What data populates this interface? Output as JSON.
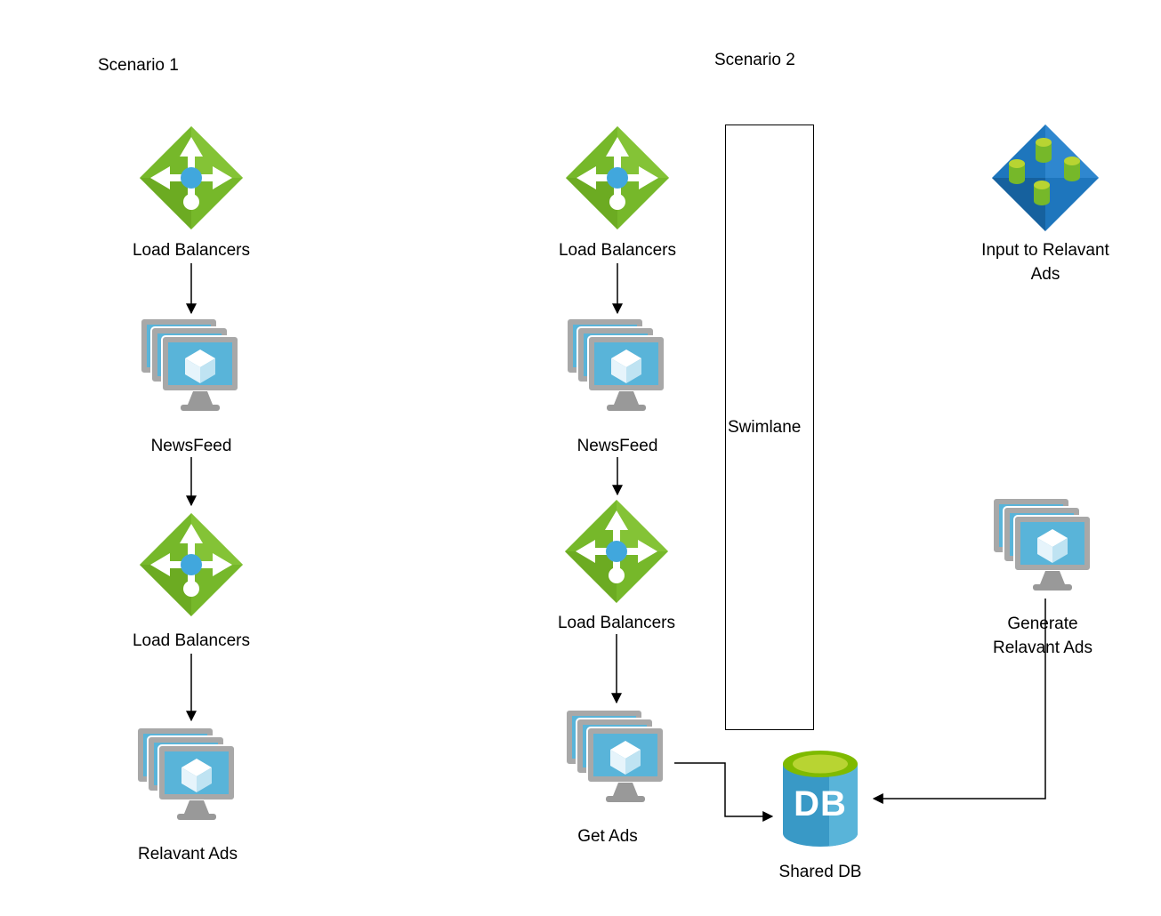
{
  "scenario1": {
    "title": "Scenario 1",
    "load_balancers_top": "Load Balancers",
    "newsfeed": "NewsFeed",
    "load_balancers_bottom": "Load Balancers",
    "relavant_ads": "Relavant Ads"
  },
  "scenario2": {
    "title": "Scenario 2",
    "load_balancers_top": "Load Balancers",
    "newsfeed": "NewsFeed",
    "load_balancers_bottom": "Load Balancers",
    "get_ads": "Get Ads"
  },
  "swimlane": {
    "label": "Swimlane"
  },
  "ads_pipeline": {
    "input_to_relavant_ads": "Input to Relavant Ads",
    "generate_relavant_ads": "Generate Relavant Ads"
  },
  "shared_db": {
    "label": "Shared DB",
    "db_text": "DB"
  },
  "icons": {
    "load_balancer": "green diamond with white 4-way arrows and blue center dot",
    "virtual_machines": "stack of three blue monitors with white cube on screen",
    "input_source": "blue diamond with four green cylinders",
    "database": "blue cylinder with green top"
  },
  "colors": {
    "lb_green": "#76b82a",
    "screen_blue": "#59b4d9",
    "input_blue": "#1e76bd",
    "db_blue": "#3999c6",
    "db_light_blue": "#59b4d9",
    "db_top_green": "#7fba00",
    "lime": "#b8d432"
  }
}
